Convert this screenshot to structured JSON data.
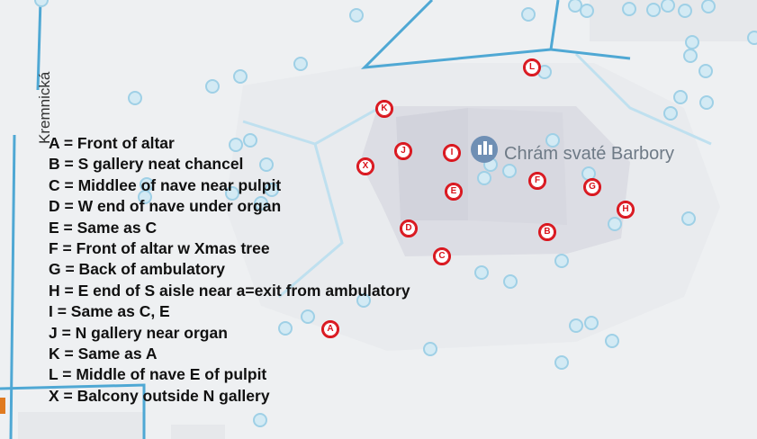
{
  "street": {
    "name": "Kremnická"
  },
  "poi": {
    "name": "Chrám svaté Barbory",
    "icon": "church-icon"
  },
  "legend": [
    "A = Front of altar",
    "B = S gallery neat chancel",
    "C = Middlee of nave near pulpit",
    "D = W end of nave under organ",
    "E = Same as C",
    "F = Front of altar w Xmas tree",
    "G = Back of ambulatory",
    "H = E end of S aisle near a=exit from ambulatory",
    "I = Same as C, E",
    "J = N gallery near organ",
    "K = Same as A",
    "L = Middle of nave E of pulpit",
    "X = Balcony outside N gallery"
  ],
  "markers": [
    "A",
    "B",
    "C",
    "D",
    "E",
    "F",
    "G",
    "H",
    "I",
    "J",
    "K",
    "L",
    "X"
  ],
  "colors": {
    "road": "#4fa8d4",
    "marker": "#d9141c",
    "tree": "#9fd0e6"
  }
}
